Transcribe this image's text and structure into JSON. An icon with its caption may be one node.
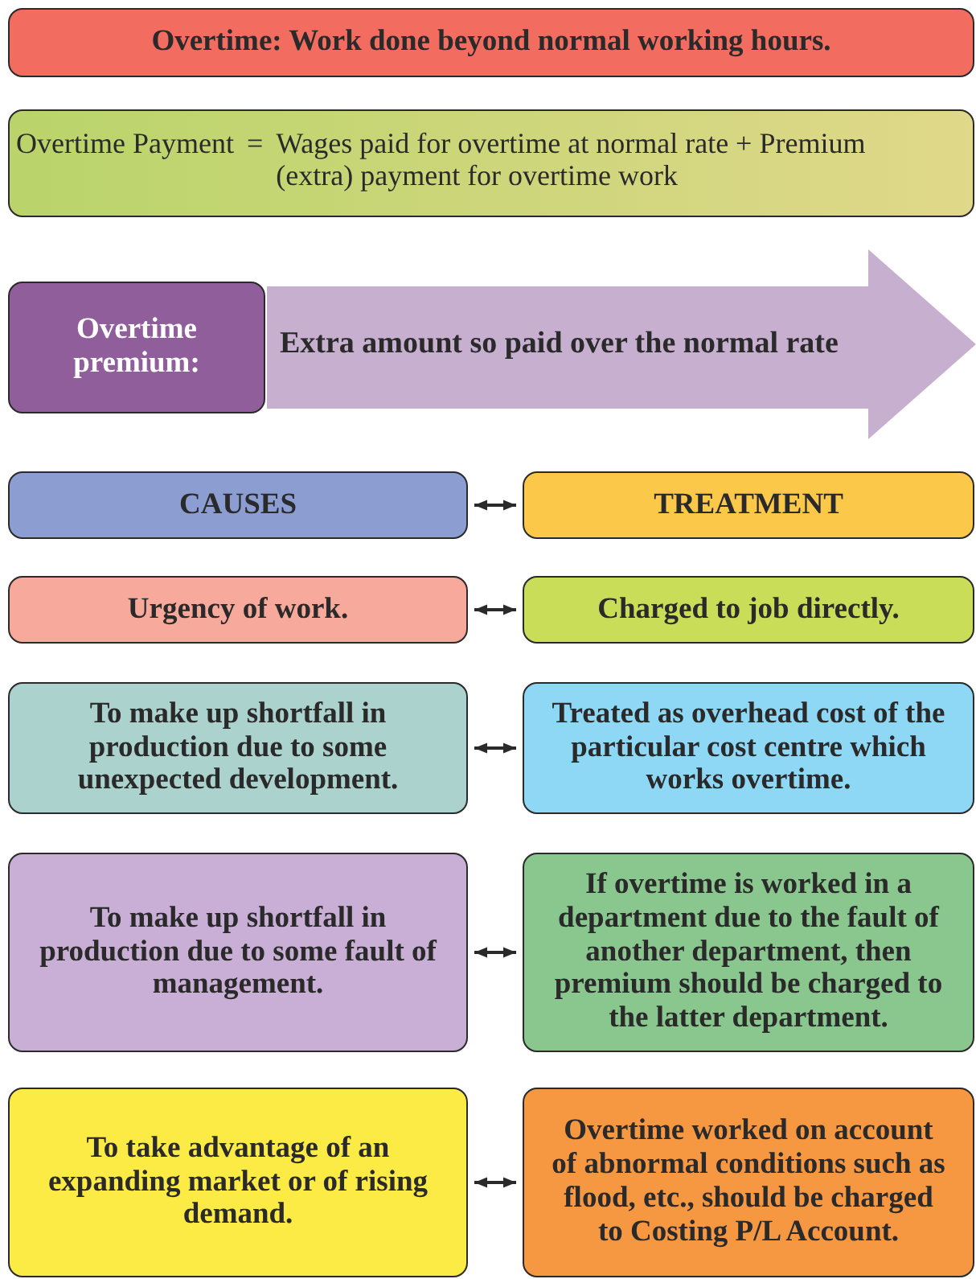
{
  "diagram": {
    "nodes": [
      {
        "text": [
          "Overtime: Work done beyond normal working hours."
        ]
      },
      {
        "text": [
          "Overtime Payment",
          "=",
          "Wages paid for overtime at normal rate + Premium (extra) payment for overtime work"
        ]
      },
      {
        "text": [
          "Overtime premium:"
        ]
      },
      {
        "text": [
          "Extra amount so paid over the normal rate"
        ]
      },
      {
        "text": [
          "CAUSES"
        ]
      },
      {
        "text": [
          "TREATMENT"
        ]
      },
      {
        "text": [
          "Urgency of work."
        ]
      },
      {
        "text": [
          "Charged to job directly."
        ]
      },
      {
        "text": [
          "To make up shortfall in production due to some unexpected development."
        ]
      },
      {
        "text": [
          "Treated as overhead cost of the particular cost centre which works overtime."
        ]
      },
      {
        "text": [
          "To make up shortfall in production due to some fault of management."
        ]
      },
      {
        "text": [
          "If overtime is worked in a department due to the fault of another department, then premium should be charged to the latter department."
        ]
      },
      {
        "text": [
          "To take advantage of an expanding market or of rising demand."
        ]
      },
      {
        "text": [
          "Overtime worked on account of abnormal conditions such as flood, etc., should be charged to Costing P/L Account."
        ]
      }
    ],
    "edges": [
      {
        "from": 4,
        "to": 5,
        "arrow": "both"
      },
      {
        "from": 6,
        "to": 7,
        "arrow": "both"
      },
      {
        "from": 8,
        "to": 9,
        "arrow": "both"
      },
      {
        "from": 10,
        "to": 11,
        "arrow": "both"
      },
      {
        "from": 12,
        "to": 13,
        "arrow": "both"
      }
    ]
  }
}
